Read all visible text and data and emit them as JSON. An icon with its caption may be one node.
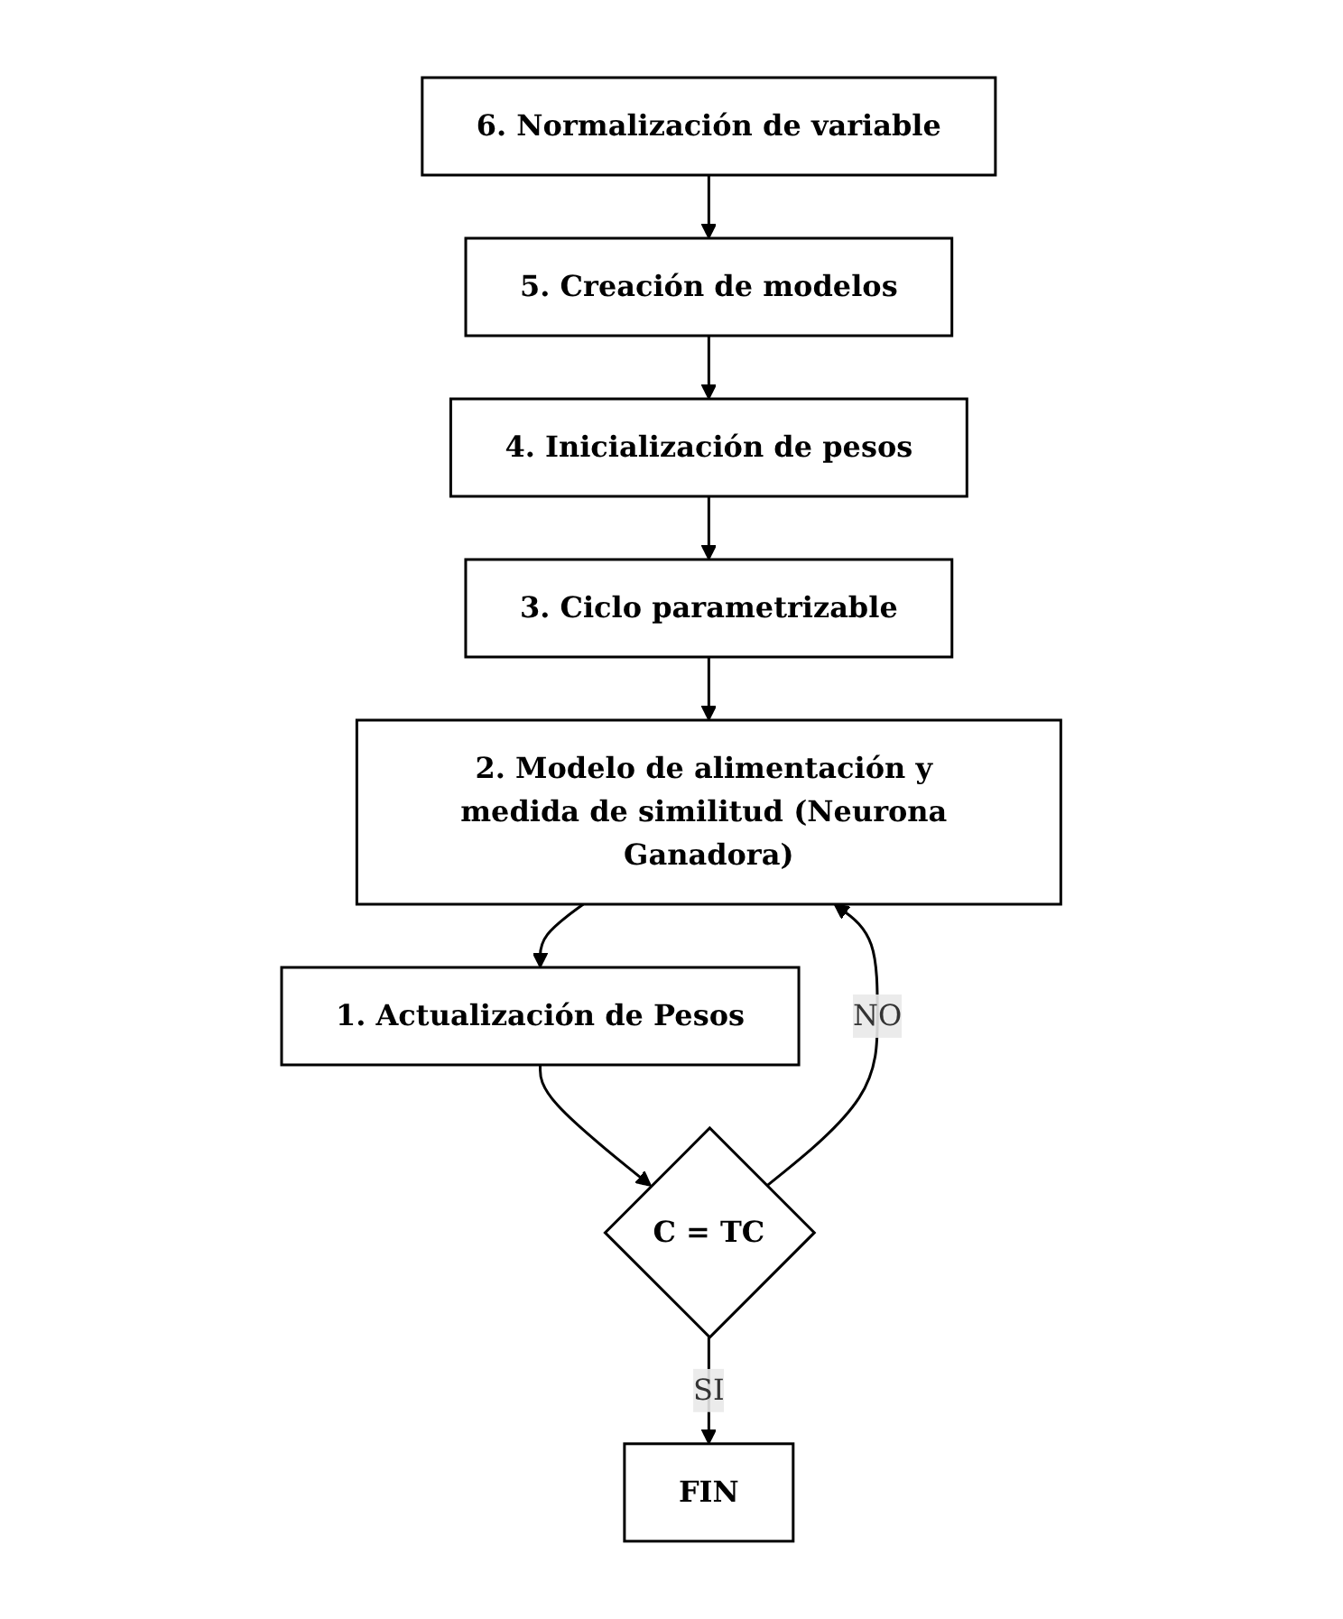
{
  "diagram": {
    "nodes": [
      {
        "text": [
          "6. Normalización de variable"
        ]
      },
      {
        "text": [
          "5. Creación de modelos"
        ]
      },
      {
        "text": [
          "4. Inicialización de pesos"
        ]
      },
      {
        "text": [
          "3. Ciclo parametrizable"
        ]
      },
      {
        "text": [
          "2. Modelo de alimentación y medida de similitud (Neurona Ganadora)"
        ]
      },
      {
        "text": [
          "1. Actualización de Pesos"
        ]
      },
      {
        "text": [
          "C = TC"
        ]
      },
      {
        "text": [
          "FIN"
        ]
      }
    ],
    "edges": [
      {
        "from": 0,
        "to": 1,
        "arrow": "to"
      },
      {
        "from": 1,
        "to": 2,
        "arrow": "to"
      },
      {
        "from": 2,
        "to": 3,
        "arrow": "to"
      },
      {
        "from": 3,
        "to": 4,
        "arrow": "to"
      },
      {
        "from": 4,
        "to": 5,
        "arrow": "to"
      },
      {
        "from": 5,
        "to": 6,
        "arrow": "to"
      },
      {
        "from": 6,
        "to": 4,
        "label": "NO",
        "arrow": "to"
      },
      {
        "from": 6,
        "to": 7,
        "label": "SI",
        "arrow": "to"
      }
    ]
  }
}
